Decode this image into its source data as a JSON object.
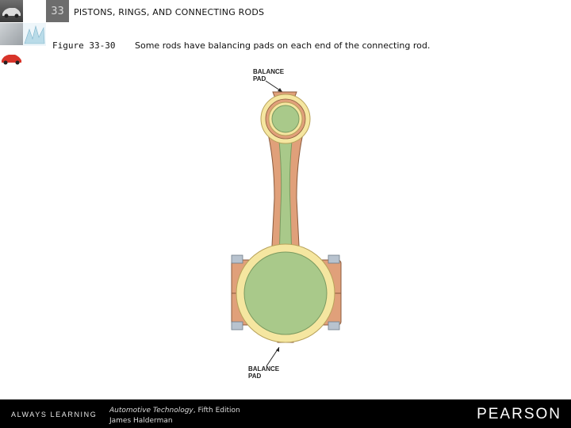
{
  "header": {
    "chapter_number": "33",
    "chapter_title": "PISTONS, RINGS, AND CONNECTING RODS"
  },
  "figure": {
    "label": "Figure 33-30",
    "caption": "Some rods have balancing pads on each end of the connecting rod.",
    "callout_top_line1": "BALANCE",
    "callout_top_line2": "PAD",
    "callout_bottom_line1": "BALANCE",
    "callout_bottom_line2": "PAD"
  },
  "footer": {
    "tagline": "ALWAYS LEARNING",
    "book_title": "Automotive Technology",
    "book_edition": ", Fifth Edition",
    "author": "James Halderman",
    "publisher": "PEARSON"
  },
  "colors": {
    "rod_body": "#e0a07a",
    "bearing_ring": "#f5e6a0",
    "bore_fill": "#a9c98a",
    "footer_bg": "#000000"
  }
}
